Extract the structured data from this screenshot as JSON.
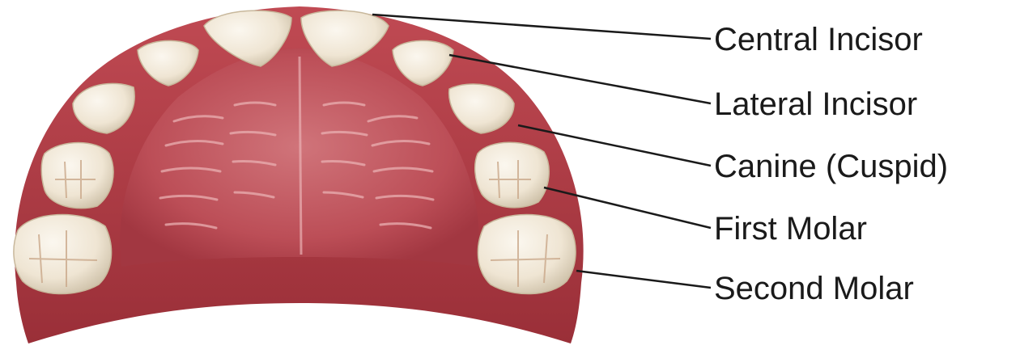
{
  "diagram": {
    "labels": {
      "central_incisor": "Central Incisor",
      "lateral_incisor": "Lateral Incisor",
      "canine": "Canine (Cuspid)",
      "first_molar": "First Molar",
      "second_molar": "Second Molar"
    },
    "colors": {
      "gum": "#b8434a",
      "gum_dark": "#9c2f37",
      "palate": "#c25a62",
      "rugae": "#e7a3a6",
      "tooth": "#f3ecdf",
      "tooth_shade": "#d9cdb8",
      "leader_line": "#1a1a1a",
      "text": "#1a1a1a"
    }
  }
}
